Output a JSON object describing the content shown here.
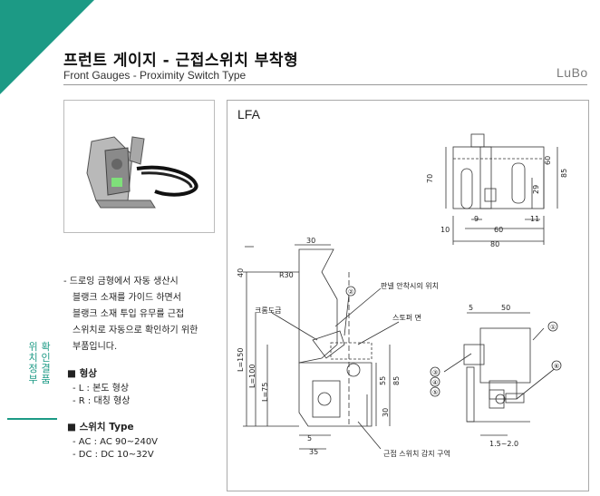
{
  "header": {
    "title_ko": "프런트 게이지 - 근접스위치 부착형",
    "title_en": "Front Gauges - Proximity Switch Type",
    "logo": "LuBo"
  },
  "colors": {
    "accent": "#1c9a85",
    "rule": "#999999"
  },
  "description": [
    "- 드로잉 금형에서 자동 생산시",
    "블랭크 소재를 가이드 하면서",
    "블랭크 소재 투입 유무를 근접",
    "스위치로 자동으로 확인하기 위한",
    "부품입니다."
  ],
  "side_label": {
    "col1": "확인결품",
    "col2": "위치정부"
  },
  "specs": [
    {
      "heading": "■ 형상",
      "items": [
        "- L : 본도 형상",
        "- R : 대칭 형상"
      ]
    },
    {
      "heading": "■ 스위치 Type",
      "items": [
        "- AC : AC 90~240V",
        "- DC : DC 10~32V"
      ]
    }
  ],
  "drawing": {
    "model": "LFA",
    "dims_top": {
      "d70": "70",
      "d60": "60",
      "d85": "85",
      "d29": "29",
      "d9": "9",
      "d11": "11",
      "d10": "10",
      "d60b": "60",
      "d80": "80"
    },
    "dims_side": {
      "d30": "30",
      "d40": "40",
      "r30": "R30",
      "l150": "L=150",
      "l100": "L=100",
      "l75": "L=75",
      "d55": "55",
      "d85": "85",
      "d30b": "30",
      "d5": "5",
      "d35": "35"
    },
    "dims_front": {
      "d5": "5",
      "d50": "50",
      "d15": "1.5~2.0"
    },
    "labels": {
      "l1": "판넬 안착시의 위치",
      "l2": "크롬도금",
      "l3": "스토퍼 면",
      "l4": "근접 스위치 감지 구역"
    },
    "callouts": [
      "①",
      "②",
      "③",
      "④",
      "⑤",
      "⑥"
    ]
  }
}
